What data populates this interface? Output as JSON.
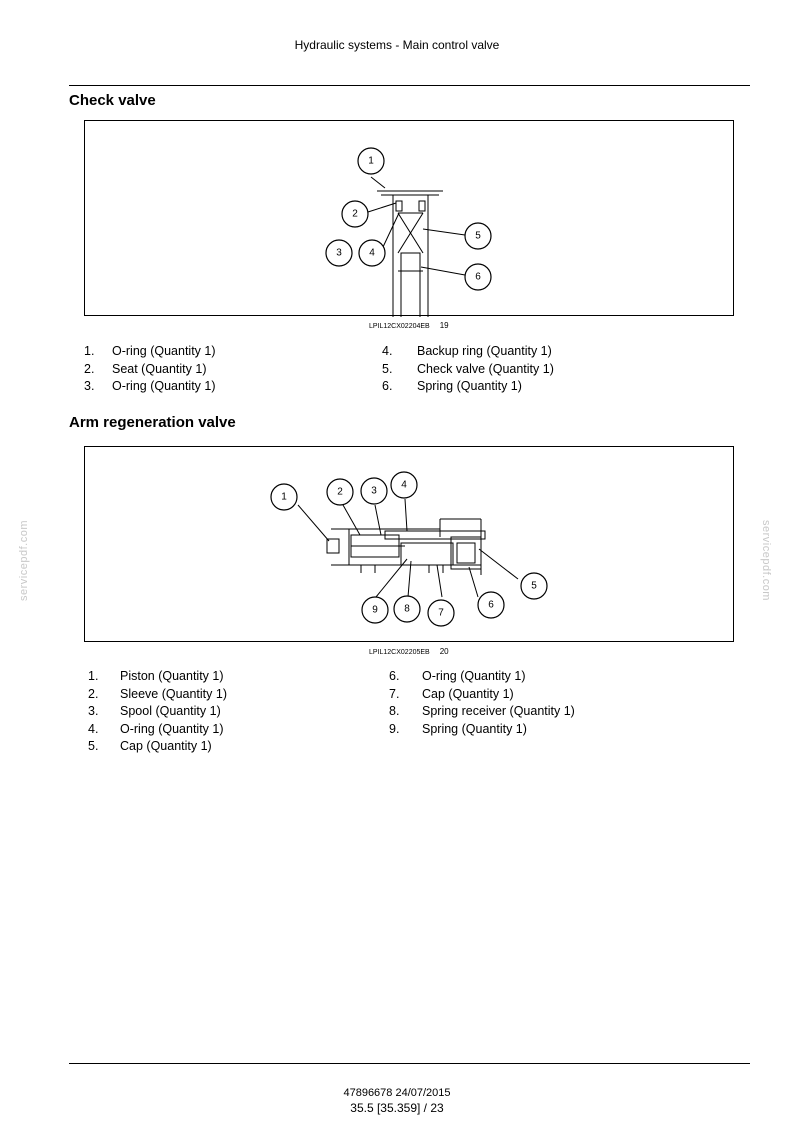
{
  "header": {
    "title": "Hydraulic systems - Main control valve"
  },
  "sections": [
    {
      "title": "Check valve",
      "figure": {
        "code": "LPIL12CX02204EB",
        "number": "19",
        "callouts": [
          "1",
          "2",
          "3",
          "4",
          "5",
          "6"
        ]
      },
      "legend_left": [
        {
          "n": "1.",
          "text": "O-ring (Quantity 1)"
        },
        {
          "n": "2.",
          "text": "Seat (Quantity 1)"
        },
        {
          "n": "3.",
          "text": "O-ring (Quantity 1)"
        }
      ],
      "legend_right": [
        {
          "n": "4.",
          "text": "Backup ring (Quantity 1)"
        },
        {
          "n": "5.",
          "text": "Check valve (Quantity 1)"
        },
        {
          "n": "6.",
          "text": "Spring (Quantity 1)"
        }
      ]
    },
    {
      "title": "Arm regeneration valve",
      "figure": {
        "code": "LPIL12CX02205EB",
        "number": "20",
        "callouts": [
          "1",
          "2",
          "3",
          "4",
          "5",
          "6",
          "7",
          "8",
          "9"
        ]
      },
      "legend_left": [
        {
          "n": "1.",
          "text": "Piston (Quantity 1)"
        },
        {
          "n": "2.",
          "text": "Sleeve (Quantity 1)"
        },
        {
          "n": "3.",
          "text": "Spool (Quantity 1)"
        },
        {
          "n": "4.",
          "text": "O-ring (Quantity 1)"
        },
        {
          "n": "5.",
          "text": "Cap (Quantity 1)"
        }
      ],
      "legend_right": [
        {
          "n": "6.",
          "text": "O-ring (Quantity 1)"
        },
        {
          "n": "7.",
          "text": "Cap (Quantity 1)"
        },
        {
          "n": "8.",
          "text": "Spring receiver (Quantity 1)"
        },
        {
          "n": "9.",
          "text": "Spring (Quantity 1)"
        }
      ]
    }
  ],
  "watermark": "servicepdf.com",
  "footer": {
    "doc_id": "47896678 24/07/2015",
    "page": "35.5 [35.359] / 23"
  }
}
